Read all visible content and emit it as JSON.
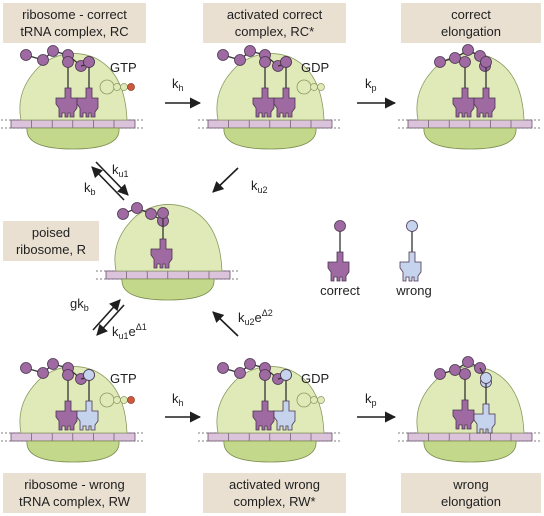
{
  "labels": {
    "rc": [
      "ribosome - correct",
      "tRNA complex, RC"
    ],
    "rc_star": [
      "activated correct",
      "complex, RC*"
    ],
    "correct_elong": [
      "correct",
      "elongation"
    ],
    "r": [
      "poised",
      "ribosome, R"
    ],
    "rw": [
      "ribosome - wrong",
      "tRNA complex, RW"
    ],
    "rw_star": [
      "activated wrong",
      "complex, RW*"
    ],
    "wrong_elong": [
      "wrong",
      "elongation"
    ]
  },
  "rates": {
    "kh": "k",
    "kh_sub": "h",
    "kp": "k",
    "kp_sub": "p",
    "ku1": "k",
    "ku1_sub": "u1",
    "kb": "k",
    "kb_sub": "b",
    "ku2": "k",
    "ku2_sub": "u2",
    "gkb": "gk",
    "gkb_sub": "b",
    "ku1e": "k",
    "ku1e_sub": "u1",
    "ku1e_mid": "e",
    "ku1e_sup": "Δ1",
    "ku2e": "k",
    "ku2e_sub": "u2",
    "ku2e_mid": "e",
    "ku2e_sup": "Δ2"
  },
  "cofactors": {
    "gtp": "GTP",
    "gdp": "GDP"
  },
  "legend": {
    "correct": "correct",
    "wrong": "wrong"
  },
  "colors": {
    "label_bg": "#e9e0d1",
    "large_subunit": "#dfeab8",
    "small_subunit": "#c3d88a",
    "mrna": "#dcc3dc",
    "trna_correct": "#9f6aa2",
    "trna_wrong": "#c5d3ec",
    "gtp_red": "#cc5a3c"
  }
}
